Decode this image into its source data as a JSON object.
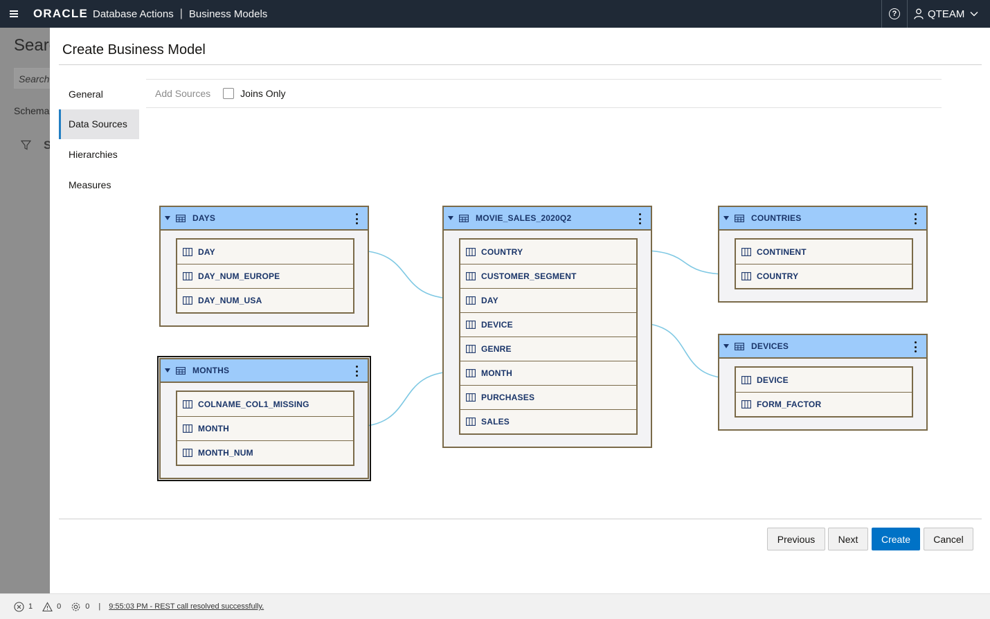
{
  "header": {
    "brand": "ORACLE",
    "app_name": "Database Actions",
    "separator": "|",
    "section": "Business Models",
    "user": "QTEAM"
  },
  "background": {
    "heading": "Searc",
    "search_placeholder": "Search",
    "schema_label": "Schema",
    "filter_letter": "S"
  },
  "dialog": {
    "title": "Create Business Model",
    "nav": [
      "General",
      "Data Sources",
      "Hierarchies",
      "Measures"
    ],
    "active_nav": "Data Sources",
    "toolbar": {
      "add_sources": "Add Sources",
      "joins_only": "Joins Only"
    },
    "tables": [
      {
        "name": "DAYS",
        "columns": [
          "DAY",
          "DAY_NUM_EUROPE",
          "DAY_NUM_USA"
        ]
      },
      {
        "name": "MONTHS",
        "columns": [
          "COLNAME_COL1_MISSING",
          "MONTH",
          "MONTH_NUM"
        ],
        "selected": true
      },
      {
        "name": "MOVIE_SALES_2020Q2",
        "columns": [
          "COUNTRY",
          "CUSTOMER_SEGMENT",
          "DAY",
          "DEVICE",
          "GENRE",
          "MONTH",
          "PURCHASES",
          "SALES"
        ]
      },
      {
        "name": "COUNTRIES",
        "columns": [
          "CONTINENT",
          "COUNTRY"
        ]
      },
      {
        "name": "DEVICES",
        "columns": [
          "DEVICE",
          "FORM_FACTOR"
        ]
      }
    ],
    "joins": [
      {
        "from": "DAYS.DAY",
        "to": "MOVIE_SALES_2020Q2.DAY"
      },
      {
        "from": "MONTHS.MONTH",
        "to": "MOVIE_SALES_2020Q2.MONTH"
      },
      {
        "from": "MOVIE_SALES_2020Q2.COUNTRY",
        "to": "COUNTRIES.COUNTRY"
      },
      {
        "from": "MOVIE_SALES_2020Q2.DEVICE",
        "to": "DEVICES.DEVICE"
      }
    ],
    "buttons": {
      "previous": "Previous",
      "next": "Next",
      "create": "Create",
      "cancel": "Cancel"
    }
  },
  "status": {
    "errors": "1",
    "warnings": "0",
    "tasks": "0",
    "separator": "|",
    "message": "9:55:03 PM - REST call resolved successfully."
  },
  "colors": {
    "header_bg": "#1f2936",
    "primary": "#0072c6",
    "table_header": "#9dcbfb",
    "link": "#7ec8e3"
  }
}
